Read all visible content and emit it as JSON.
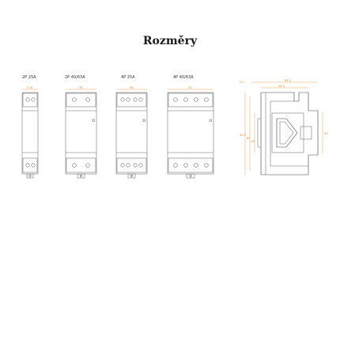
{
  "title": "Rozměry",
  "models": [
    {
      "label": "2P 25A",
      "width_dim": "17.6"
    },
    {
      "label": "2P 40/63A",
      "width_dim": "36"
    },
    {
      "label": "4P 25A",
      "width_dim": "36"
    },
    {
      "label": "4P 40/63A",
      "width_dim": "53"
    }
  ],
  "side_view": {
    "top_dims": [
      "5.5",
      "62.2",
      "44.5"
    ],
    "left_dims": [
      "90.5",
      "85",
      "45"
    ],
    "right_dim": "45"
  },
  "colors": {
    "dimension": "#e08a2c",
    "outline": "#6a6a6a"
  }
}
